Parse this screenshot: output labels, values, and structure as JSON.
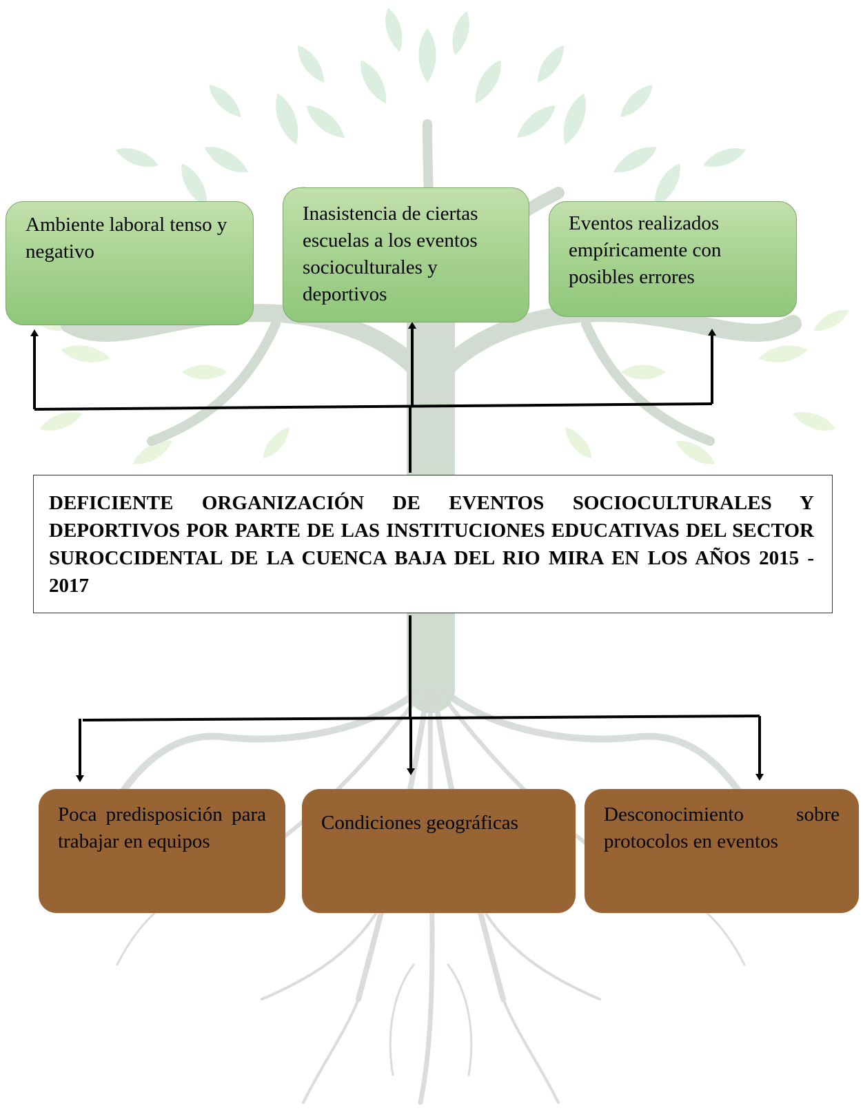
{
  "effects": [
    {
      "label": "Ambiente laboral tenso y negativo"
    },
    {
      "label": "Inasistencia de ciertas escuelas a los eventos socioculturales y deportivos"
    },
    {
      "label": "Eventos realizados empíricamente con posibles errores"
    }
  ],
  "problem": {
    "label": "DEFICIENTE ORGANIZACIÓN DE EVENTOS SOCIOCULTURALES Y DEPORTIVOS POR PARTE DE LAS INSTITUCIONES EDUCATIVAS DEL SECTOR SUROCCIDENTAL DE LA CUENCA BAJA DEL RIO MIRA EN LOS AÑOS 2015 - 2017"
  },
  "causes": [
    {
      "label": "Poca predisposición para trabajar en equipos"
    },
    {
      "label": "Condiciones geográficas"
    },
    {
      "label": "Desconocimiento sobre protocolos en eventos"
    }
  ],
  "colors": {
    "effect_fill": "#a6d290",
    "cause_fill": "#996433",
    "connector": "#000000",
    "trunk": "#c6d3c6",
    "leaves": "#cfe6d3"
  },
  "icons": {
    "background": "tree-watermark-icon"
  }
}
